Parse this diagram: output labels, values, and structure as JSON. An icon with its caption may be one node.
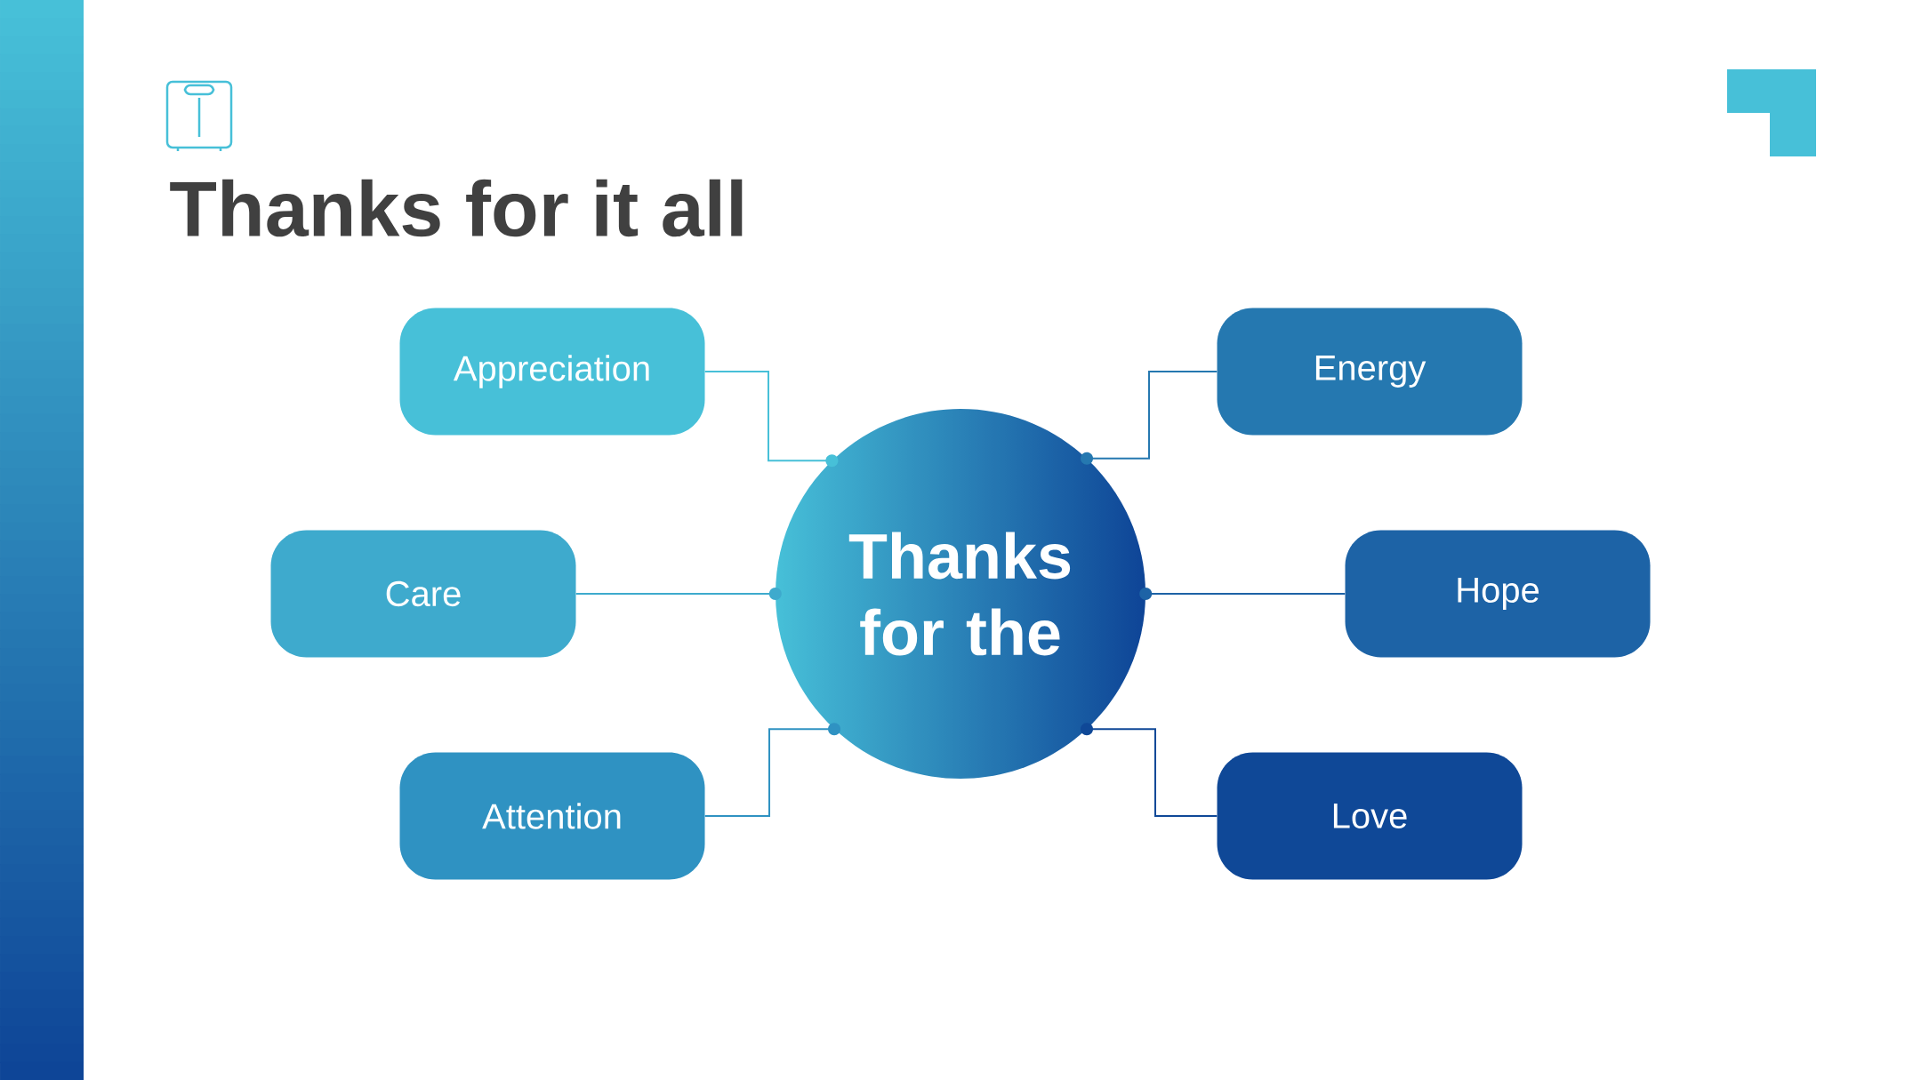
{
  "diagram": {
    "title": "Thanks for it all",
    "nodes": [
      {
        "text": [
          "Appreciation"
        ]
      },
      {
        "text": [
          "Energy"
        ]
      },
      {
        "text": [
          "Care"
        ]
      },
      {
        "text": [
          "Thanks for the"
        ]
      },
      {
        "text": [
          "Hope"
        ]
      },
      {
        "text": [
          "Attention"
        ]
      },
      {
        "text": [
          "Love"
        ]
      }
    ],
    "edges": [
      {
        "from": 0,
        "to": 3,
        "arrow": "other",
        "color": "#47c0d8"
      },
      {
        "from": 1,
        "to": 3,
        "arrow": "other",
        "color": "#2578b0"
      },
      {
        "from": 2,
        "to": 3,
        "arrow": "other",
        "color": "#3eaacd"
      },
      {
        "from": 4,
        "to": 3,
        "arrow": "other",
        "color": "#1d63a6"
      },
      {
        "from": 5,
        "to": 3,
        "arrow": "other",
        "color": "#2f92c2"
      },
      {
        "from": 6,
        "to": 3,
        "arrow": "other",
        "color": "#0f4897"
      }
    ]
  }
}
